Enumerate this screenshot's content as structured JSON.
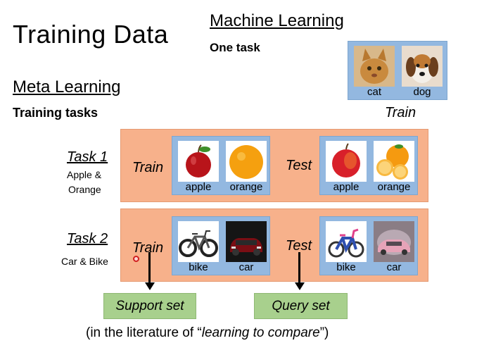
{
  "title": "Training Data",
  "machine_learning": {
    "heading": "Machine Learning",
    "subheading": "One task",
    "train_label": "Train",
    "images": [
      {
        "caption": "cat",
        "icon": "cat-icon"
      },
      {
        "caption": "dog",
        "icon": "dog-icon"
      }
    ]
  },
  "meta_learning": {
    "heading": "Meta Learning",
    "subheading": "Training tasks",
    "tasks": [
      {
        "name": "Task 1",
        "desc_line1": "Apple &",
        "desc_line2": "Orange",
        "train_label": "Train",
        "test_label": "Test",
        "train_images": [
          {
            "caption": "apple",
            "icon": "apple-icon"
          },
          {
            "caption": "orange",
            "icon": "orange-icon"
          }
        ],
        "test_images": [
          {
            "caption": "apple",
            "icon": "apple-icon"
          },
          {
            "caption": "orange",
            "icon": "orange-slices-icon"
          }
        ]
      },
      {
        "name": "Task 2",
        "desc_line1": "Car & Bike",
        "train_label": "Train",
        "test_label": "Test",
        "train_images": [
          {
            "caption": "bike",
            "icon": "bike-icon"
          },
          {
            "caption": "car",
            "icon": "car-icon"
          }
        ],
        "test_images": [
          {
            "caption": "bike",
            "icon": "kids-bike-icon"
          },
          {
            "caption": "car",
            "icon": "car-icon"
          }
        ]
      }
    ],
    "support_set": "Support set",
    "query_set": "Query set",
    "footnote_prefix": "(in the literature of “",
    "footnote_italic": "learning to compare",
    "footnote_suffix": "”)"
  },
  "colors": {
    "orange_box": "#f7b18b",
    "blue_box": "#93b8e0",
    "green_box": "#a8d08d"
  }
}
